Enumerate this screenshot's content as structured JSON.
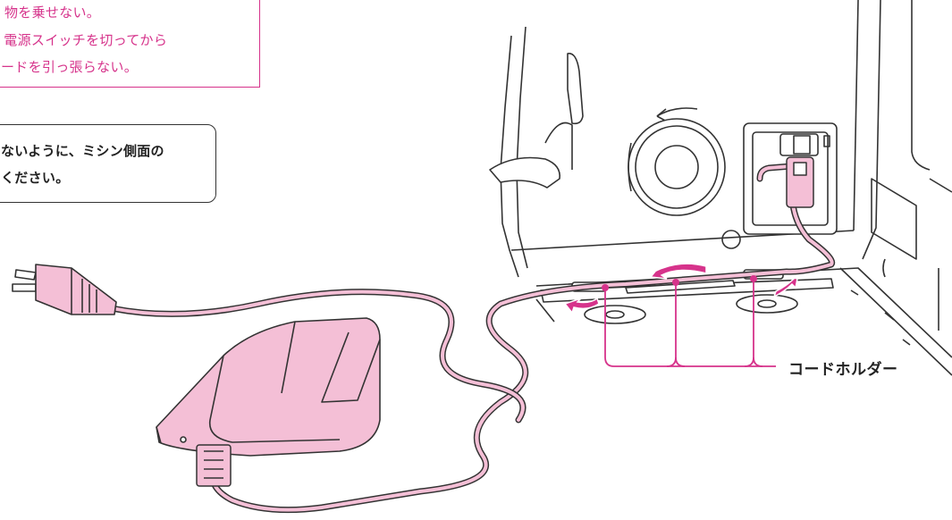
{
  "caution": {
    "line1": "物を乗せない。",
    "line2": "、電源スイッチを切ってから",
    "line3": "ードを引っ張らない。"
  },
  "info": {
    "line1": "ないように、ミシン側面の",
    "line2": "ください。"
  },
  "callout": {
    "cord_holder": "コードホルダー"
  },
  "colors": {
    "accent": "#d6338b",
    "pedal_fill": "#f4bfd6",
    "line": "#333333"
  }
}
